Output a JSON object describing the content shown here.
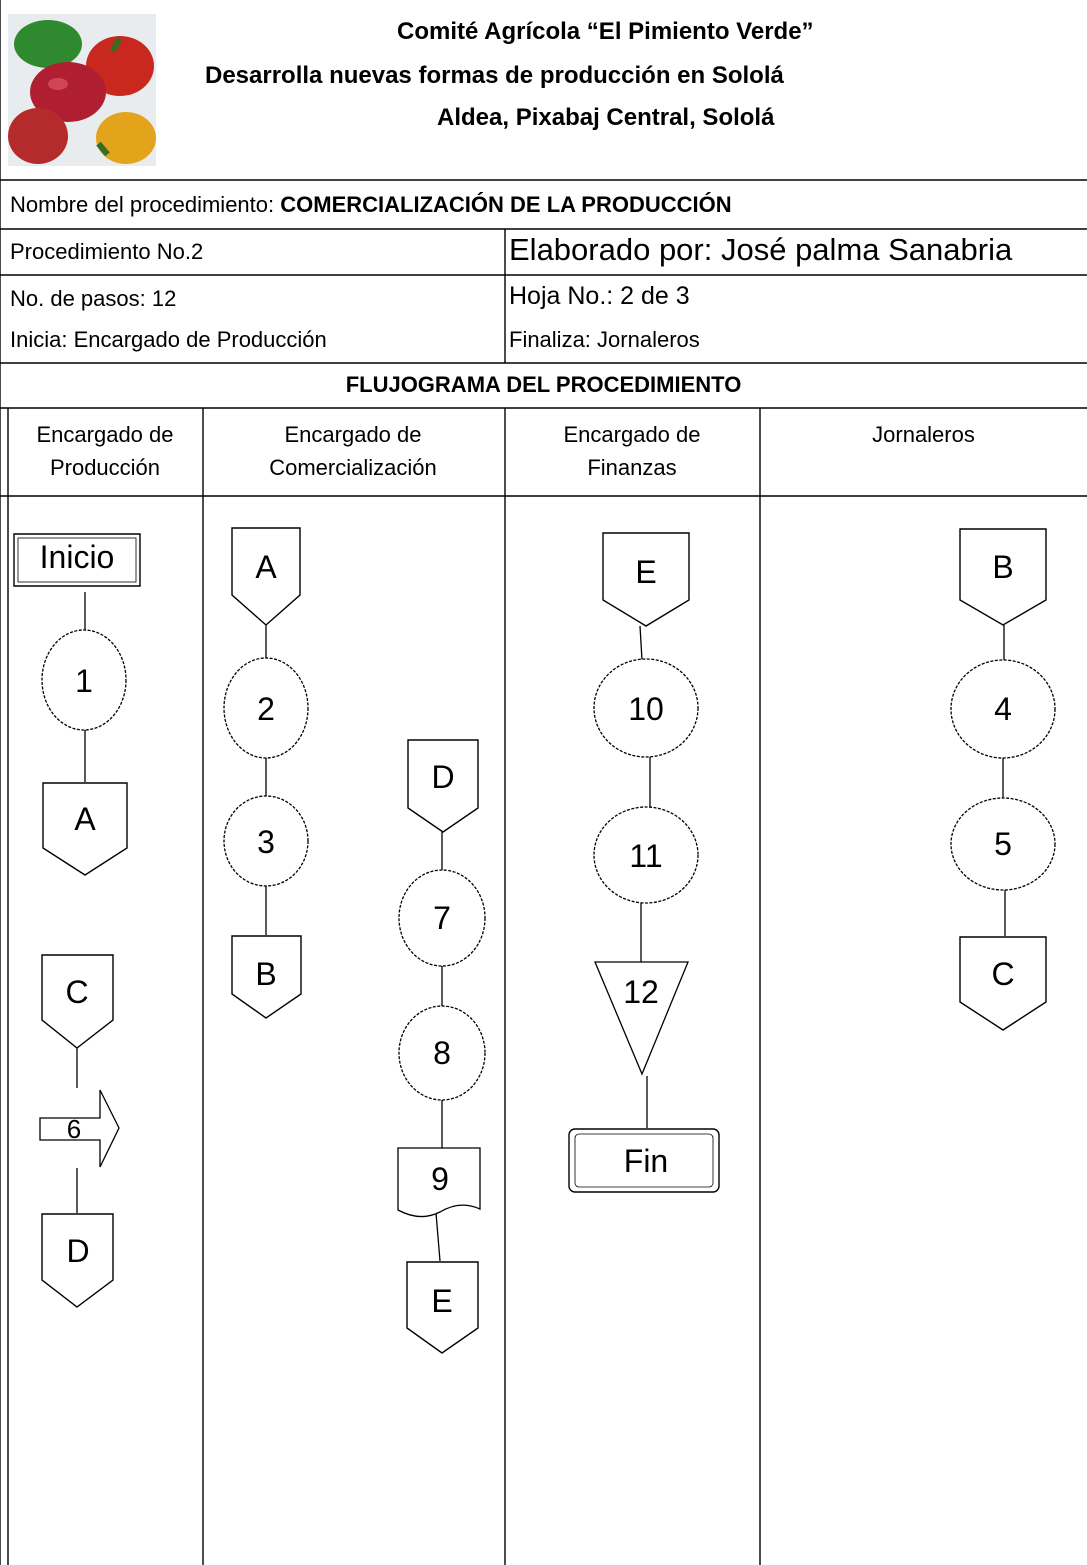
{
  "header": {
    "line1": "Comité Agrícola “El Pimiento Verde”",
    "line2": "Desarrolla nuevas formas de producción en Sololá",
    "line3": "Aldea, Pixabaj Central, Sololá",
    "logo_icon": "peppers-logo-image"
  },
  "info": {
    "procedure_name_label": "Nombre del procedimiento: ",
    "procedure_name": "COMERCIALIZACIÓN DE LA PRODUCCIÓN",
    "procedure_no": "Procedimiento No.2",
    "prepared_by": "Elaborado por: José palma Sanabria",
    "steps": "No. de pasos: 12",
    "sheet": "Hoja No.: 2 de 3",
    "starts": "Inicia: Encargado de Producción",
    "ends": "Finaliza: Jornaleros"
  },
  "flowchart": {
    "title": "FLUJOGRAMA DEL PROCEDIMIENTO",
    "lanes": [
      {
        "line1": "Encargado de",
        "line2": "Producción"
      },
      {
        "line1": "Encargado de",
        "line2": "Comercialización"
      },
      {
        "line1": "Encargado de",
        "line2": "Finanzas"
      },
      {
        "line1": "Jornaleros",
        "line2": ""
      }
    ],
    "nodes": {
      "inicio": "Inicio",
      "fin": "Fin",
      "c_A1": "A",
      "c_A2": "A",
      "c_B1": "B",
      "c_B2": "B",
      "c_C1": "C",
      "c_C2": "C",
      "c_D1": "D",
      "c_D2": "D",
      "c_E1": "E",
      "c_E2": "E",
      "s1": "1",
      "s2": "2",
      "s3": "3",
      "s4": "4",
      "s5": "5",
      "s6": "6",
      "s7": "7",
      "s8": "8",
      "s9": "9",
      "s10": "10",
      "s11": "11",
      "s12": "12"
    }
  },
  "colors": {
    "line": "#000000",
    "background": "#ffffff"
  }
}
